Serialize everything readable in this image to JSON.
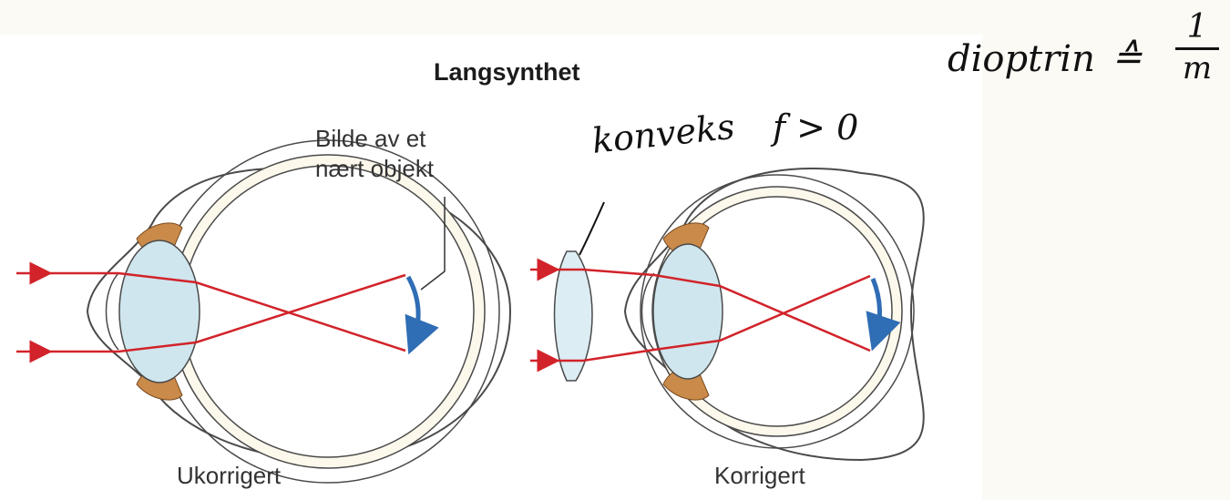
{
  "diagram": {
    "title": "Langsynthet",
    "callout": "Bilde av et\nnært objekt",
    "caption_uncorrected": "Ukorrigert",
    "caption_corrected": "Korrigert"
  },
  "annotations": {
    "lens_label": "konveks",
    "focal_condition": "f > 0",
    "unit_name": "dioptrin",
    "equivalence": "≙",
    "fraction_numerator": "1",
    "fraction_denominator": "m"
  },
  "colors": {
    "ray": "#d2232a",
    "image_arrow": "#2f6db5",
    "sclera": "#4a4a4a",
    "lens_fill": "#cfe6ee",
    "iris": "#c98a4a"
  },
  "icons": [
    "uncorrected-eye-icon",
    "corrected-eye-icon",
    "convex-lens-icon",
    "image-arrow-icon"
  ]
}
